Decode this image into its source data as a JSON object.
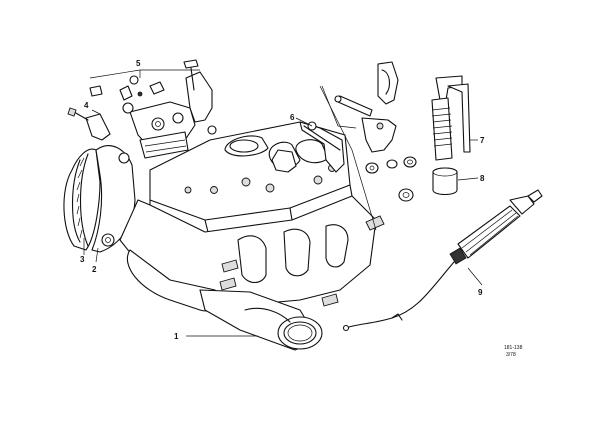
{
  "callouts": {
    "c1": "1",
    "c2": "2",
    "c3": "3",
    "c4": "4",
    "c5": "5",
    "c6": "6",
    "c7": "7",
    "c8": "8",
    "c9": "9"
  },
  "ref_code": "181-138",
  "ref_date": "3/78"
}
